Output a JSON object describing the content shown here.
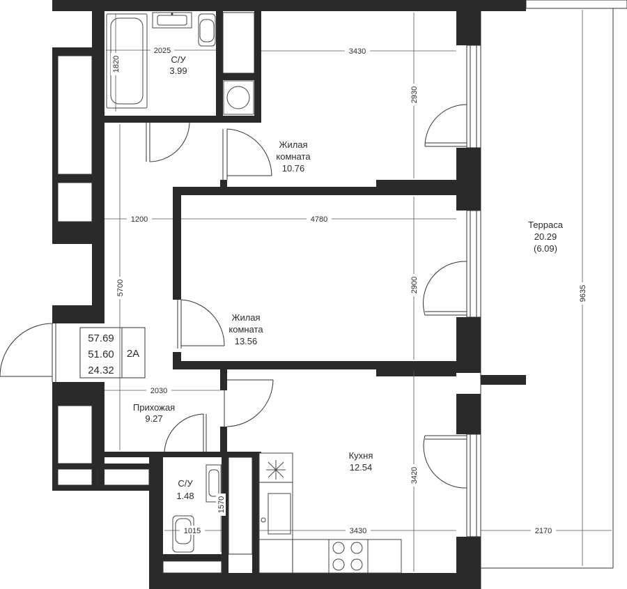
{
  "rooms": {
    "bath1": {
      "name": "С/У",
      "area": "3.99"
    },
    "living1": {
      "name_line1": "Жилая",
      "name_line2": "комната",
      "area": "10.76"
    },
    "living2": {
      "name_line1": "Жилая",
      "name_line2": "комната",
      "area": "13.56"
    },
    "hall": {
      "name": "Прихожая",
      "area": "9.27"
    },
    "bath2": {
      "name": "С/У",
      "area": "1.48"
    },
    "kitchen": {
      "name": "Кухня",
      "area": "12.54"
    },
    "terrace": {
      "name": "Терраса",
      "area": "20.29",
      "area_reduced": "(6.09)"
    }
  },
  "summary": {
    "total": "57.69",
    "living_total": "51.60",
    "living": "24.32",
    "type": "2А"
  },
  "dimensions": {
    "bath1_width": "2025",
    "bath1_height": "1820",
    "living1_width": "3430",
    "living1_height": "2930",
    "corridor_width": "1200",
    "living2_width": "4780",
    "living2_height": "2900",
    "corridor_length": "5700",
    "terrace_length": "9635",
    "hall_width": "2030",
    "bath2_height": "1570",
    "bath2_width": "1015",
    "kitchen_width": "3430",
    "kitchen_height": "3420",
    "terrace_width": "2170"
  }
}
